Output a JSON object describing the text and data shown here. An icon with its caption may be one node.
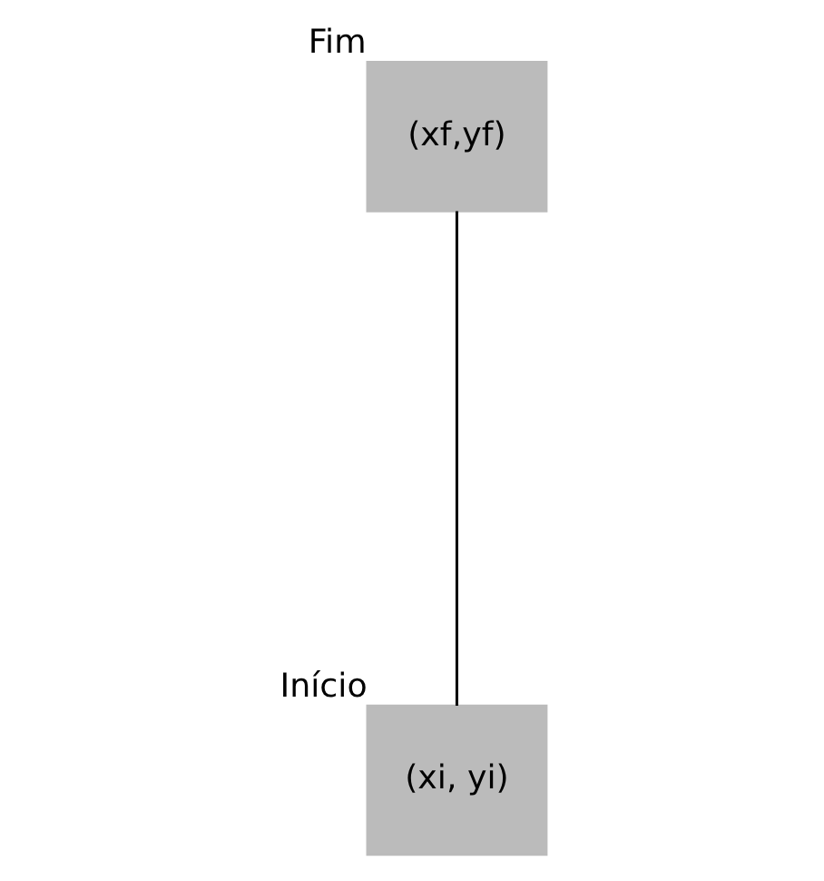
{
  "diagram": {
    "nodes": [
      {
        "text": [
          "(xf,yf)"
        ],
        "beside": [
          "Fim"
        ]
      },
      {
        "text": [
          "(xi, yi)"
        ],
        "beside": [
          "Início"
        ]
      }
    ],
    "edges": [
      {
        "from": 0,
        "to": 1,
        "arrow": "none"
      }
    ]
  }
}
